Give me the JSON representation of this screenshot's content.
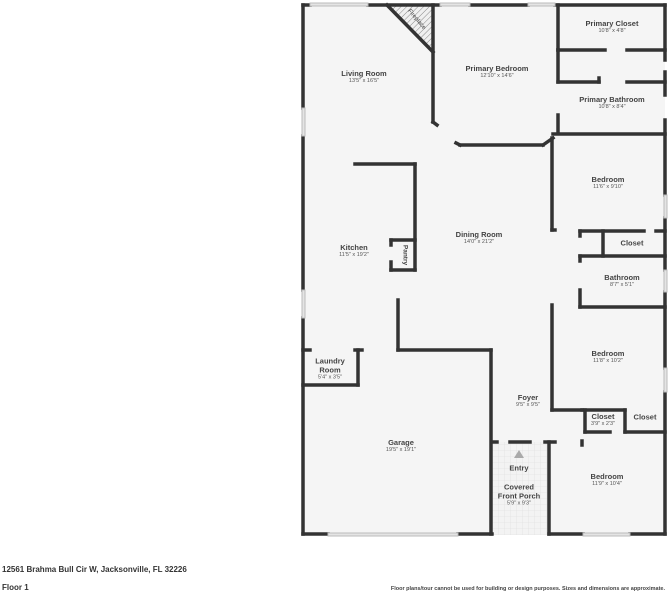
{
  "address": "12561 Brahma Bull Cir W, Jacksonville, FL 32226",
  "floor": "Floor 1",
  "disclaimer": "Floor plans/tour cannot be used for building or design purposes. Sizes and dimensions are approximate.",
  "colors": {
    "wall": "#333333",
    "floor": "#f5f5f5",
    "window": "#dddddd",
    "porch_hatch": "#e6e6e6"
  },
  "rooms": {
    "living_room": {
      "name": "Living Room",
      "dim": "13'5\" x 16'5\""
    },
    "fireplace": {
      "name": "Fireplace"
    },
    "primary_bedroom": {
      "name": "Primary Bedroom",
      "dim": "12'10\" x 14'6\""
    },
    "primary_closet": {
      "name": "Primary Closet",
      "dim": "10'8\" x 4'8\""
    },
    "primary_bathroom": {
      "name": "Primary Bathroom",
      "dim": "10'8\" x 8'4\""
    },
    "bedroom_1": {
      "name": "Bedroom",
      "dim": "11'6\" x 9'10\""
    },
    "closet_1": {
      "name": "Closet"
    },
    "bathroom": {
      "name": "Bathroom",
      "dim": "8'7\" x 5'1\""
    },
    "kitchen": {
      "name": "Kitchen",
      "dim": "11'5\" x 19'2\""
    },
    "pantry": {
      "name": "Pantry"
    },
    "dining_room": {
      "name": "Dining Room",
      "dim": "14'0\" x 21'2\""
    },
    "bedroom_2": {
      "name": "Bedroom",
      "dim": "11'8\" x 10'2\""
    },
    "laundry_room": {
      "name": "Laundry",
      "name2": "Room",
      "dim": "5'4\" x 3'5\""
    },
    "foyer": {
      "name": "Foyer",
      "dim": "9'5\" x 9'5\""
    },
    "closet_2": {
      "name": "Closet",
      "dim": "3'9\" x 2'3\""
    },
    "closet_3": {
      "name": "Closet"
    },
    "garage": {
      "name": "Garage",
      "dim": "19'5\" x 19'1\""
    },
    "entry": {
      "name": "Entry"
    },
    "porch": {
      "name": "Covered",
      "name2": "Front Porch",
      "dim": "5'9\" x 9'3\""
    },
    "bedroom_3": {
      "name": "Bedroom",
      "dim": "11'9\" x 10'4\""
    }
  }
}
